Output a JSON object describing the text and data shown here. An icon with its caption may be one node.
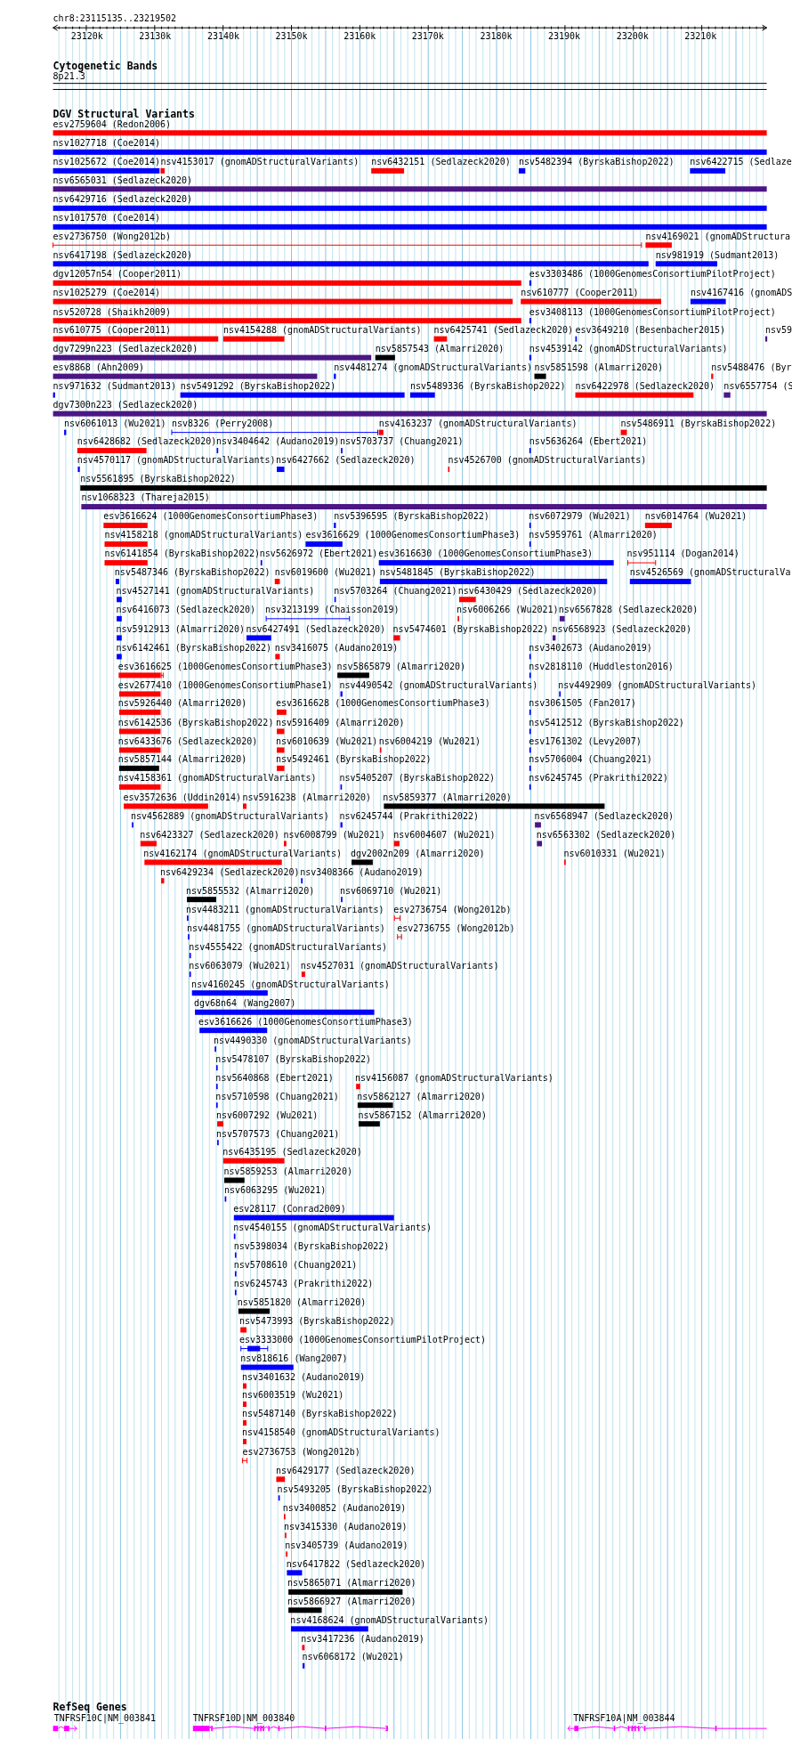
{
  "diagram": {
    "labels": [
      "chr8:23115135..23219502",
      "23120k",
      "23130k",
      "23140k",
      "23150k",
      "23160k",
      "23170k",
      "23180k",
      "23190k",
      "23200k",
      "23210k",
      "Cytogenetic Bands",
      "8p21.3",
      "DGV Structural Variants",
      "esv2759604 (Redon2006)",
      "nsv1027718 (Coe2014)",
      "nsv1025672 (Coe2014)",
      "nsv4153017 (gnomADStructuralVariants)",
      "nsv6432151 (Sedlazeck2020)",
      "nsv5482394 (ByrskaBishop2022)",
      "nsv6422715 (Sedlaze",
      "nsv6565031 (Sedlazeck2020)",
      "nsv6429716 (Sedlazeck2020)",
      "nsv1017570 (Coe2014)",
      "esv2736750 (Wong2012b)",
      "nsv4169021 (gnomADStructura",
      "nsv6417198 (Sedlazeck2020)",
      "nsv981919 (Sudmant2013)",
      "dgv12057n54 (Cooper2011)",
      "esv3303486 (1000GenomesConsortiumPilotProject)",
      "nsv1025279 (Coe2014)",
      "nsv610777 (Cooper2011)",
      "nsv4167416 (gnomADS",
      "nsv520728 (Shaikh2009)",
      "esv3408113 (1000GenomesConsortiumPilotProject)",
      "nsv610775 (Cooper2011)",
      "nsv4154288 (gnomADStructuralVariants)",
      "nsv6425741 (Sedlazeck2020)",
      "esv3649210 (Besenbacher2015)",
      "nsv59",
      "dgv7299n223 (Sedlazeck2020)",
      "nsv5857543 (Almarri2020)",
      "nsv4539142 (gnomADStructuralVariants)",
      "esv8868 (Ahn2009)",
      "nsv4481274 (gnomADStructuralVariants)",
      "nsv5851598 (Almarri2020)",
      "nsv5488476 (Byr",
      "nsv971632 (Sudmant2013)",
      "nsv5491292 (ByrskaBishop2022)",
      "nsv5489336 (ByrskaBishop2022)",
      "nsv6422978 (Sedlazeck2020)",
      "nsv6557754 (S",
      "dgv7300n223 (Sedlazeck2020)",
      "nsv6061013 (Wu2021)",
      "nsv8326 (Perry2008)",
      "nsv4163237 (gnomADStructuralVariants)",
      "nsv5486911 (ByrskaBishop2022)",
      "nsv6428682 (Sedlazeck2020)",
      "nsv3404642 (Audano2019)",
      "nsv5703737 (Chuang2021)",
      "nsv5636264 (Ebert2021)",
      "nsv4570117 (gnomADStructuralVariants)",
      "nsv6427662 (Sedlazeck2020)",
      "nsv4526700 (gnomADStructuralVariants)",
      "nsv5561895 (ByrskaBishop2022)",
      "nsv1068323 (Thareja2015)",
      "esv3616624 (1000GenomesConsortiumPhase3)",
      "nsv5396595 (ByrskaBishop2022)",
      "nsv6072979 (Wu2021)",
      "nsv6014764 (Wu2021)",
      "nsv4158218 (gnomADStructuralVariants)",
      "esv3616629 (1000GenomesConsortiumPhase3)",
      "nsv5959761 (Almarri2020)",
      "nsv6141854 (ByrskaBishop2022)",
      "nsv5626972 (Ebert2021)",
      "esv3616630 (1000GenomesConsortiumPhase3)",
      "nsv951114 (Dogan2014)",
      "nsv5487346 (ByrskaBishop2022)",
      "nsv6019600 (Wu2021)",
      "nsv5481845 (ByrskaBishop2022)",
      "nsv4526569 (gnomADStructuralVa",
      "nsv4527141 (gnomADStructuralVariants)",
      "nsv5703264 (Chuang2021)",
      "nsv6430429 (Sedlazeck2020)",
      "nsv6416073 (Sedlazeck2020)",
      "nsv3213199 (Chaisson2019)",
      "nsv6006266 (Wu2021)",
      "nsv6567828 (Sedlazeck2020)",
      "nsv5912913 (Almarri2020)",
      "nsv6427491 (Sedlazeck2020)",
      "nsv5474601 (ByrskaBishop2022)",
      "nsv6568923 (Sedlazeck2020)",
      "nsv6142461 (ByrskaBishop2022)",
      "nsv3416075 (Audano2019)",
      "nsv3402673 (Audano2019)",
      "esv3616625 (1000GenomesConsortiumPhase3)",
      "nsv5865879 (Almarri2020)",
      "nsv2818110 (Huddleston2016)",
      "esv2677410 (1000GenomesConsortiumPhase1)",
      "nsv4490542 (gnomADStructuralVariants)",
      "nsv4492909 (gnomADStructuralVariants)",
      "nsv5926440 (Almarri2020)",
      "esv3616628 (1000GenomesConsortiumPhase3)",
      "nsv3061505 (Fan2017)",
      "nsv6142536 (ByrskaBishop2022)",
      "nsv5916409 (Almarri2020)",
      "nsv5412512 (ByrskaBishop2022)",
      "nsv6433676 (Sedlazeck2020)",
      "nsv6010639 (Wu2021)",
      "nsv6004219 (Wu2021)",
      "esv1761302 (Levy2007)",
      "nsv5857144 (Almarri2020)",
      "nsv5492461 (ByrskaBishop2022)",
      "nsv5706004 (Chuang2021)",
      "nsv4158361 (gnomADStructuralVariants)",
      "nsv5405207 (ByrskaBishop2022)",
      "nsv6245745 (Prakrithi2022)",
      "esv3572636 (Uddin2014)",
      "nsv5916238 (Almarri2020)",
      "nsv5859377 (Almarri2020)",
      "nsv4562889 (gnomADStructuralVariants)",
      "nsv6245744 (Prakrithi2022)",
      "nsv6568947 (Sedlazeck2020)",
      "nsv6423327 (Sedlazeck2020)",
      "nsv6008799 (Wu2021)",
      "nsv6004607 (Wu2021)",
      "nsv6563302 (Sedlazeck2020)",
      "nsv4162174 (gnomADStructuralVariants)",
      "dgv2002n209 (Almarri2020)",
      "nsv6010331 (Wu2021)",
      "nsv6429234 (Sedlazeck2020)",
      "nsv3408366 (Audano2019)",
      "nsv5855532 (Almarri2020)",
      "nsv6069710 (Wu2021)",
      "nsv4483211 (gnomADStructuralVariants)",
      "esv2736754 (Wong2012b)",
      "nsv4481755 (gnomADStructuralVariants)",
      "esv2736755 (Wong2012b)",
      "nsv4555422 (gnomADStructuralVariants)",
      "nsv6063079 (Wu2021)",
      "nsv4527031 (gnomADStructuralVariants)",
      "nsv4160245 (gnomADStructuralVariants)",
      "dgv68n64 (Wang2007)",
      "esv3616626 (1000GenomesConsortiumPhase3)",
      "nsv4490330 (gnomADStructuralVariants)",
      "nsv5478107 (ByrskaBishop2022)",
      "nsv5640868 (Ebert2021)",
      "nsv4156087 (gnomADStructuralVariants)",
      "nsv5710598 (Chuang2021)",
      "nsv5862127 (Almarri2020)",
      "nsv6007292 (Wu2021)",
      "nsv5867152 (Almarri2020)",
      "nsv5707573 (Chuang2021)",
      "nsv6435195 (Sedlazeck2020)",
      "nsv5859253 (Almarri2020)",
      "nsv6063295 (Wu2021)",
      "esv28117 (Conrad2009)",
      "nsv4540155 (gnomADStructuralVariants)",
      "nsv5398034 (ByrskaBishop2022)",
      "nsv5708610 (Chuang2021)",
      "nsv6245743 (Prakrithi2022)",
      "nsv5851820 (Almarri2020)",
      "nsv5473993 (ByrskaBishop2022)",
      "esv3333000 (1000GenomesConsortiumPilotProject)",
      "nsv818616 (Wang2007)",
      "nsv3401632 (Audano2019)",
      "nsv6003519 (Wu2021)",
      "nsv5487140 (ByrskaBishop2022)",
      "nsv4158540 (gnomADStructuralVariants)",
      "esv2736753 (Wong2012b)",
      "nsv6429177 (Sedlazeck2020)",
      "nsv5493205 (ByrskaBishop2022)",
      "nsv3400852 (Audano2019)",
      "nsv3415330 (Audano2019)",
      "nsv3405739 (Audano2019)",
      "nsv6417822 (Sedlazeck2020)",
      "nsv5865071 (Almarri2020)",
      "nsv5866927 (Almarri2020)",
      "nsv4168624 (gnomADStructuralVariants)",
      "nsv3417236 (Audano2019)",
      "nsv6068172 (Wu2021)",
      "RefSeq Genes",
      "TNFRSF10C|NM_003841",
      "TNFRSF10D|NM_003840",
      "TNFRSF10A|NM_003844"
    ]
  }
}
